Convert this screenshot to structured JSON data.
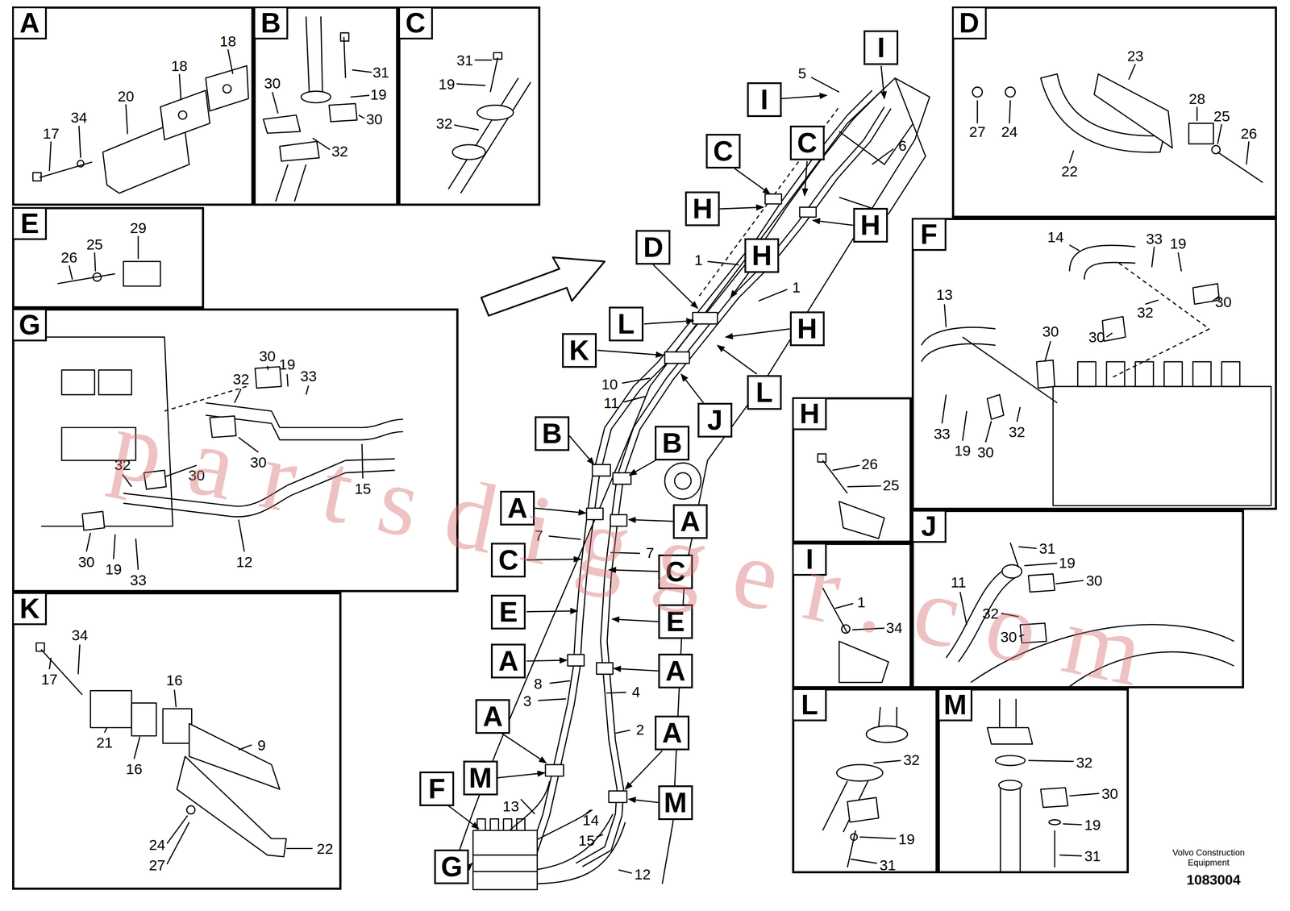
{
  "diagram": {
    "nodes": [
      {
        "text": [
          "18",
          "18",
          "20",
          "34",
          "17"
        ]
      },
      {
        "text": [
          "A"
        ],
        "in": 0
      },
      {
        "text": [
          "31",
          "30",
          "19",
          "30",
          "32"
        ]
      },
      {
        "text": [
          "B"
        ],
        "in": 2
      },
      {
        "text": [
          "31",
          "19",
          "32"
        ]
      },
      {
        "text": [
          "C"
        ],
        "in": 4
      },
      {
        "text": [
          "23",
          "28",
          "25",
          "26",
          "27",
          "24",
          "22"
        ]
      },
      {
        "text": [
          "D"
        ],
        "in": 6
      },
      {
        "text": [
          "29",
          "25",
          "26"
        ]
      },
      {
        "text": [
          "E"
        ],
        "in": 8
      },
      {
        "text": [
          "14",
          "33",
          "19",
          "30",
          "13",
          "32",
          "30",
          "30",
          "33",
          "19",
          "30",
          "32"
        ]
      },
      {
        "text": [
          "F"
        ],
        "in": 10
      },
      {
        "text": [
          "30",
          "19",
          "33",
          "32",
          "32",
          "30",
          "30",
          "15",
          "30",
          "19",
          "33",
          "12"
        ]
      },
      {
        "text": [
          "G"
        ],
        "in": 12
      },
      {
        "text": [
          "26",
          "25"
        ]
      },
      {
        "text": [
          "H"
        ],
        "in": 14
      },
      {
        "text": [
          "1",
          "34"
        ]
      },
      {
        "text": [
          "I"
        ],
        "in": 16
      },
      {
        "text": [
          "31",
          "19",
          "30",
          "11",
          "32",
          "30"
        ]
      },
      {
        "text": [
          "J"
        ],
        "in": 18
      },
      {
        "text": [
          "34",
          "17",
          "16",
          "21",
          "16",
          "9",
          "24",
          "27",
          "22"
        ]
      },
      {
        "text": [
          "K"
        ],
        "in": 20
      },
      {
        "text": [
          "32",
          "19",
          "31"
        ]
      },
      {
        "text": [
          "L"
        ],
        "in": 22
      },
      {
        "text": [
          "32",
          "30",
          "19",
          "31"
        ]
      },
      {
        "text": [
          "M"
        ],
        "in": 24
      },
      {
        "text": [
          "I"
        ]
      },
      {
        "text": [
          "I"
        ]
      },
      {
        "text": [
          "C"
        ]
      },
      {
        "text": [
          "C"
        ]
      },
      {
        "text": [
          "H"
        ]
      },
      {
        "text": [
          "H"
        ]
      },
      {
        "text": [
          "D"
        ]
      },
      {
        "text": [
          "H"
        ]
      },
      {
        "text": [
          "L"
        ]
      },
      {
        "text": [
          "H"
        ]
      },
      {
        "text": [
          "K"
        ]
      },
      {
        "text": [
          "L"
        ]
      },
      {
        "text": [
          "J"
        ]
      },
      {
        "text": [
          "B"
        ]
      },
      {
        "text": [
          "B"
        ]
      },
      {
        "text": [
          "A"
        ]
      },
      {
        "text": [
          "A"
        ]
      },
      {
        "text": [
          "C"
        ]
      },
      {
        "text": [
          "C"
        ]
      },
      {
        "text": [
          "E"
        ]
      },
      {
        "text": [
          "E"
        ]
      },
      {
        "text": [
          "A"
        ]
      },
      {
        "text": [
          "A"
        ]
      },
      {
        "text": [
          "A"
        ]
      },
      {
        "text": [
          "M"
        ]
      },
      {
        "text": [
          "A"
        ]
      },
      {
        "text": [
          "M"
        ]
      },
      {
        "text": [
          "F"
        ]
      },
      {
        "text": [
          "G"
        ]
      }
    ],
    "labels": [
      "5",
      "6",
      "1",
      "1",
      "10",
      "11",
      "7",
      "7",
      "8",
      "3",
      "4",
      "2",
      "13",
      "14",
      "15",
      "12",
      "Volvo Construction Equipment",
      "1083004",
      "partsdigger.com"
    ]
  }
}
